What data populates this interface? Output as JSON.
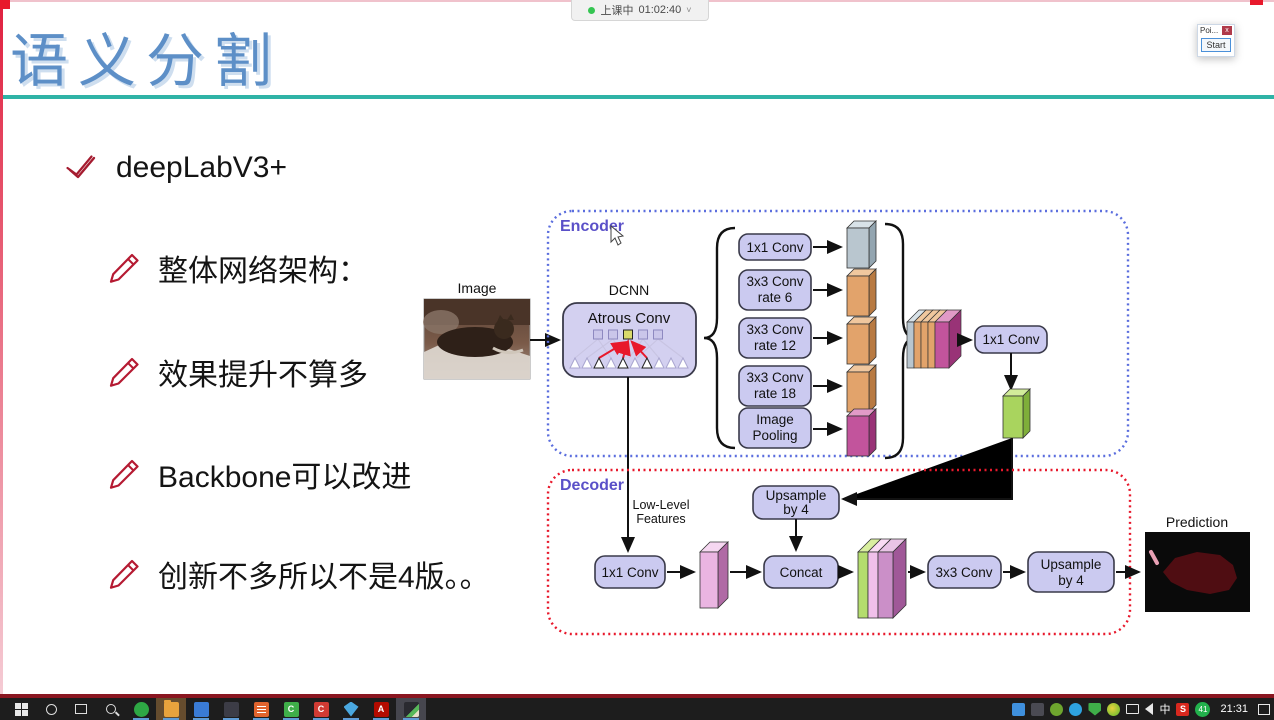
{
  "meeting_bar": {
    "status_text": "上课中",
    "timer": "01:02:40",
    "chevron": "˅",
    "dot_color": "#35c552"
  },
  "pointer_window": {
    "title": "Poi...",
    "close_label": "x",
    "start_label": "Start"
  },
  "slide": {
    "title": "语义分割",
    "title_color": "#5d8fc7",
    "rule_color": "#2fb3a6",
    "bullets": [
      {
        "icon": "check-icon",
        "text": "deepLabV3+"
      },
      {
        "icon": "pencil-icon",
        "text": "整体网络架构："
      },
      {
        "icon": "pencil-icon",
        "text": "效果提升不算多"
      },
      {
        "icon": "pencil-icon",
        "text": "Backbone可以改进"
      },
      {
        "icon": "pencil-icon",
        "text": "创新不多所以不是4版。。"
      }
    ]
  },
  "diagram": {
    "encoder_label": "Encoder",
    "decoder_label": "Decoder",
    "image_label": "Image",
    "dcnn_label": "DCNN",
    "atrous_label": "Atrous Conv",
    "aspp": [
      {
        "line1": "1x1 Conv",
        "line2": ""
      },
      {
        "line1": "3x3 Conv",
        "line2": "rate 6"
      },
      {
        "line1": "3x3 Conv",
        "line2": "rate 12"
      },
      {
        "line1": "3x3 Conv",
        "line2": "rate 18"
      },
      {
        "line1": "Image",
        "line2": "Pooling"
      }
    ],
    "encoder_out_conv": "1x1 Conv",
    "upsample_top": {
      "line1": "Upsample",
      "line2": "by 4"
    },
    "low_level": {
      "line1": "Low-Level",
      "line2": "Features"
    },
    "decoder_conv": "1x1 Conv",
    "concat_label": "Concat",
    "conv3x3_label": "3x3 Conv",
    "upsample_out": {
      "line1": "Upsample",
      "line2": "by 4"
    },
    "prediction_label": "Prediction",
    "box_fill": "#cbcaf0",
    "encoder_border": "#5b6ede",
    "decoder_border": "#e8192c"
  },
  "taskbar": {
    "apps": [
      "start",
      "search",
      "task-view",
      "magnifier",
      "dingtalk",
      "file-explorer",
      "tim",
      "dark-app",
      "presentation-app",
      "green-c-app",
      "red-c-app",
      "blue-gem-app",
      "acrobat",
      "photo-viewer"
    ],
    "tray": [
      "tim",
      "bird",
      "nvidia",
      "dingtalk",
      "shield",
      "wps",
      "network",
      "volume",
      "ime",
      "sogou",
      "safety-badge"
    ],
    "letter_c_green": "C",
    "letter_c_red": "C",
    "letter_a": "A",
    "ime_label": "中",
    "sogou_letter": "S",
    "badge_41": "41",
    "time": "21:31"
  }
}
